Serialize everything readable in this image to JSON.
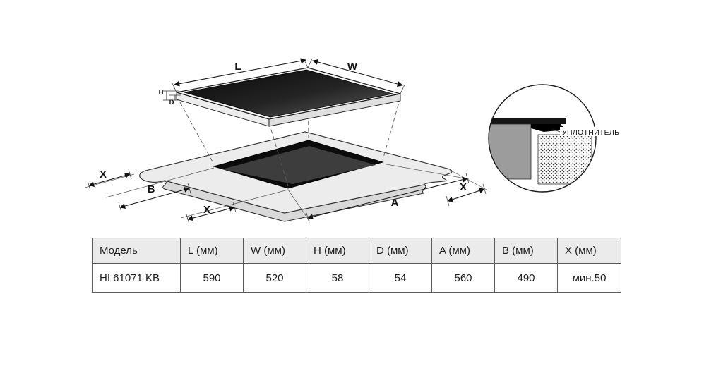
{
  "diagram": {
    "dim_labels": {
      "L": "L",
      "W": "W",
      "H": "H",
      "D": "D",
      "X_left": "X",
      "B": "B",
      "X_bottom": "X",
      "A": "A",
      "X_right": "X"
    },
    "detail": {
      "seal_label": "УПЛОТНИТЕЛЬ"
    }
  },
  "table": {
    "headers": [
      "Модель",
      "L (мм)",
      "W (мм)",
      "H (мм)",
      "D (мм)",
      "A (мм)",
      "B (мм)",
      "X (мм)"
    ],
    "rows": [
      [
        "HI 61071 KB",
        "590",
        "520",
        "58",
        "54",
        "560",
        "490",
        "мин.50"
      ]
    ]
  }
}
